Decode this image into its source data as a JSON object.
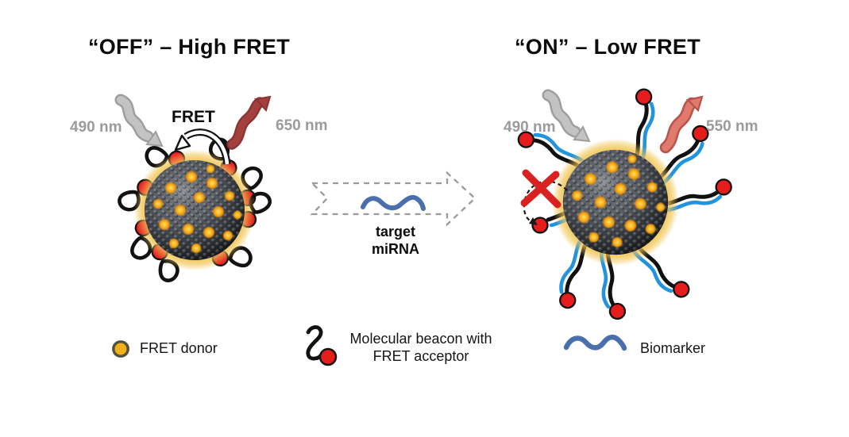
{
  "diagram": {
    "left": {
      "title": "“OFF” – High FRET",
      "excitation_label": "490 nm",
      "fret_label": "FRET",
      "emission_label": "650 nm"
    },
    "right": {
      "title": "“ON” – Low FRET",
      "excitation_label": "490 nm",
      "emission_label": "550 nm"
    },
    "transition": {
      "line1": "target",
      "line2": "miRNA"
    },
    "legend": {
      "donor_label": "FRET donor",
      "beacon_label_line1": "Molecular beacon with",
      "beacon_label_line2": "FRET acceptor",
      "biomarker_label": "Biomarker"
    },
    "colors": {
      "donor_yellow": "#f2b11c",
      "acceptor_red": "#e51d1d",
      "biomarker_blue": "#4a6fad",
      "hybridized_strand_blue": "#2293dd",
      "excitation_gray": "#bdbdbd",
      "emission_650_dark_red": "#9d3937",
      "emission_550_salmon": "#e0796e",
      "label_gray": "#9b9b9b",
      "nanoparticle_glow": "#f2c95e"
    }
  }
}
